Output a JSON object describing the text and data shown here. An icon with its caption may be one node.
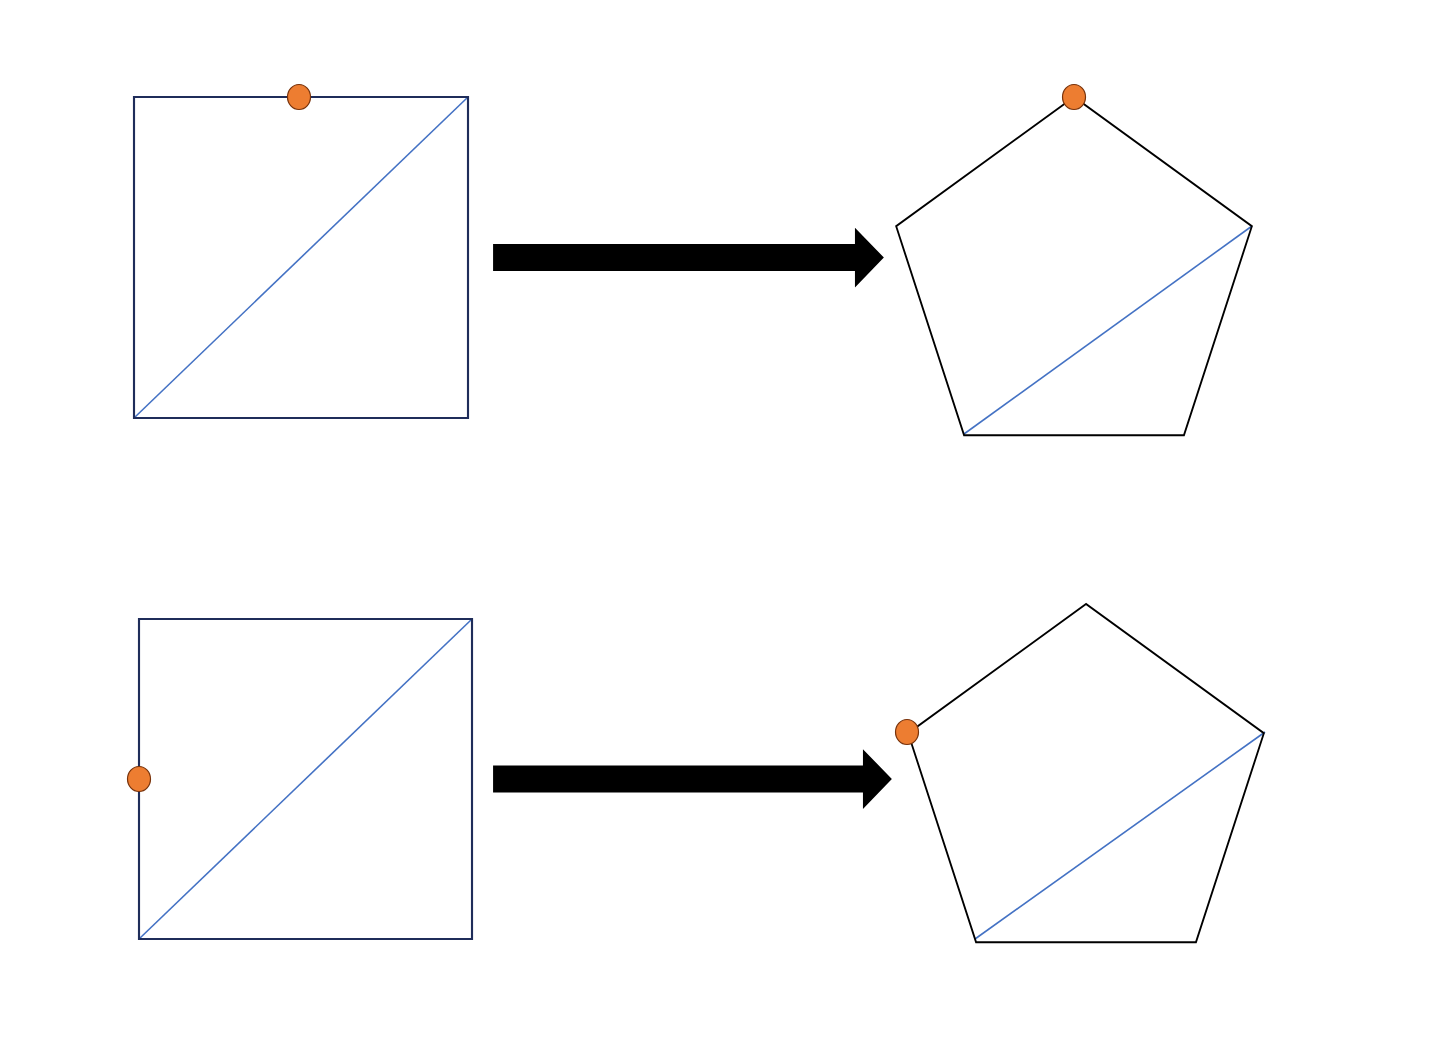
{
  "diagram": {
    "nodes": [
      {
        "text": [],
        "shape": "box"
      },
      {
        "text": [],
        "shape": "pentagon"
      },
      {
        "text": [],
        "shape": "box"
      },
      {
        "text": [],
        "shape": "pentagon"
      }
    ],
    "edges": [
      {
        "from": 0,
        "to": 1,
        "arrow": "to"
      },
      {
        "from": 2,
        "to": 3,
        "arrow": "to"
      }
    ]
  }
}
